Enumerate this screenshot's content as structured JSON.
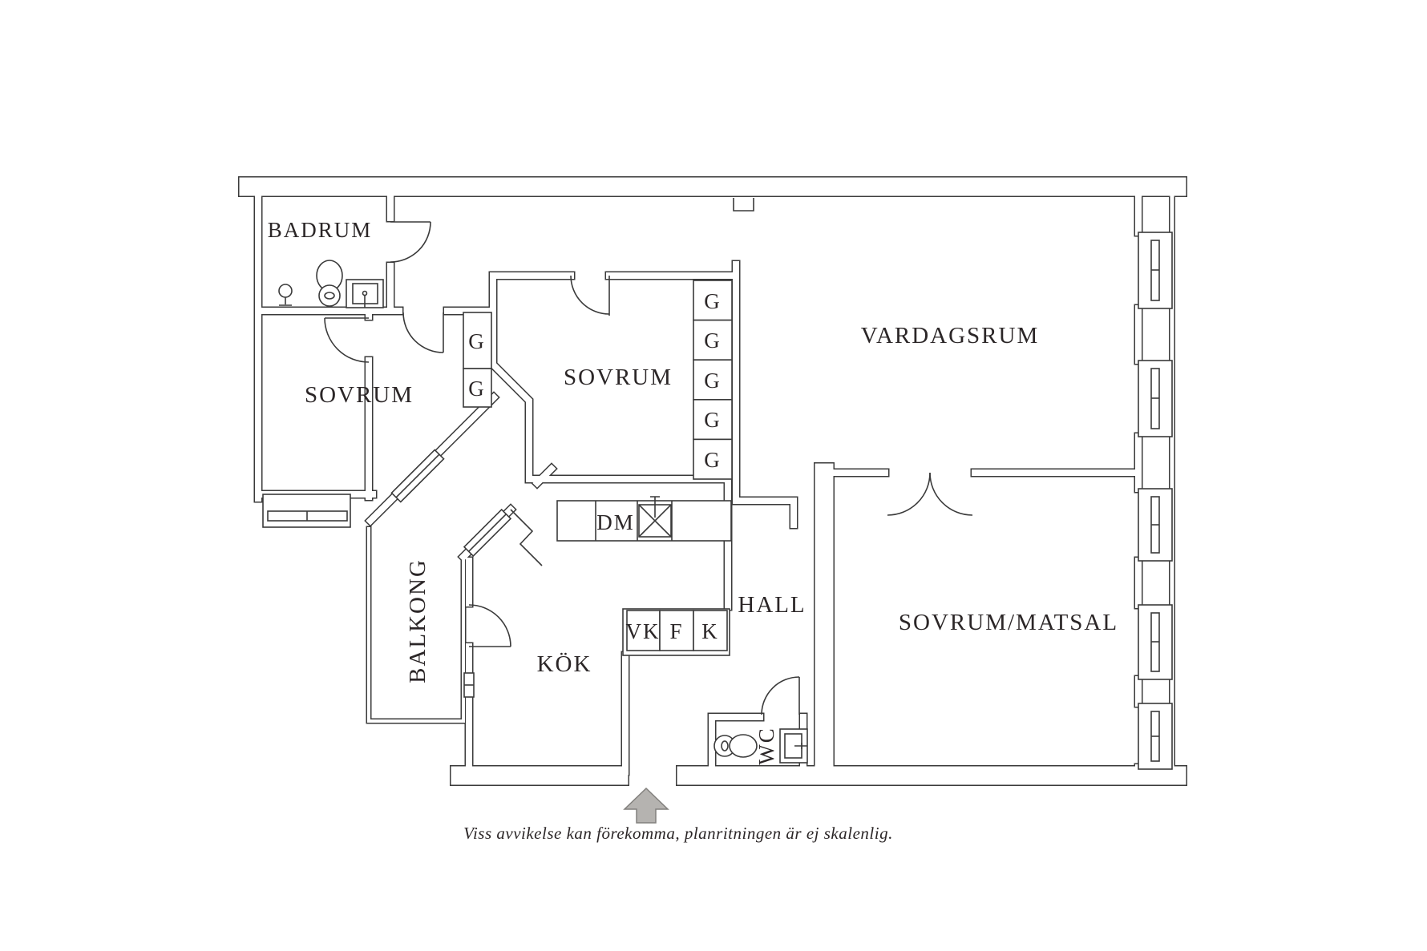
{
  "plan": {
    "rooms": {
      "badrum": "BADRUM",
      "sovrum_left": "SOVRUM",
      "sovrum_mid": "SOVRUM",
      "vardagsrum": "VARDAGSRUM",
      "sovrum_matsal": "SOVRUM/MATSAL",
      "kok": "KÖK",
      "hall": "HALL",
      "wc": "WC",
      "balkong": "BALKONG"
    },
    "wardrobes": [
      "G",
      "G",
      "G",
      "G",
      "G",
      "G",
      "G"
    ],
    "kitchen": {
      "dm": "DM",
      "vk": "VK",
      "f": "F",
      "k": "K"
    },
    "caption": "Viss avvikelse kan förekomma, planritningen är ej skalenlig.",
    "colors": {
      "wall": "#3a3a3a",
      "text": "#2b2627",
      "arrow_fill": "#b5b3b0",
      "arrow_stroke": "#82807d",
      "background": "#ffffff"
    }
  }
}
